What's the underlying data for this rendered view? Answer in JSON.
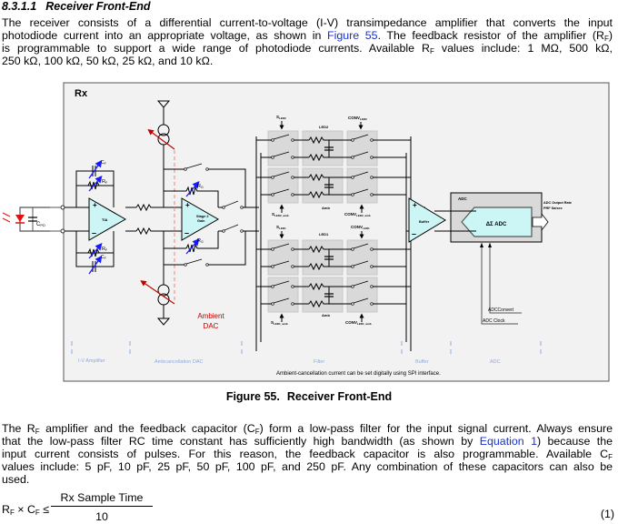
{
  "section": {
    "number": "8.3.1.1",
    "title": "Receiver Front-End"
  },
  "paragraph1": {
    "lines": [
      "The receiver consists of a differential current-to-voltage (I-V) transimpedance amplifier that converts the input",
      "photodiode current into an appropriate voltage, as shown in ",
      "is programmable to support a wide range of photodiode currents. Available R",
      "250 kΩ, 100 kΩ, 50 kΩ, 25 kΩ, and 10 kΩ."
    ],
    "figure_link": "Figure 55",
    "line2_tail": ". The feedback resistor of the amplifier (R",
    "line2_sub": "F",
    "line2_end": ")",
    "line3_sub": "F",
    "line3_tail": " values include: 1 MΩ, 500 kΩ,"
  },
  "figure": {
    "number": "Figure 55.",
    "caption": "Receiver Front-End",
    "block_label": "Rx",
    "labels": {
      "cpd": "C",
      "cpd_sub": "PD",
      "cf": "C",
      "cf_sub": "F",
      "rf": "R",
      "rf_sub": "F",
      "rg": "R",
      "rg_sub": "G",
      "tia": "TIA",
      "stage2_line1": "Stage 2",
      "stage2_line2": "Gain",
      "ambient_dac_line1": "Ambient",
      "ambient_dac_line2": "DAC",
      "s_led2": "S",
      "s_led2_sub": "LED2",
      "led2": "LED2",
      "conv_led2": "CONV",
      "conv_led2_sub": "LED2",
      "s_led2_amb": "S",
      "s_led2_amb_sub": "LED2_amb",
      "amb_top": "Amb",
      "conv_led2_amb": "CONV",
      "conv_led2_amb_sub": "LED2_amb",
      "s_led1": "S",
      "s_led1_sub": "LED1",
      "led1": "LED1",
      "conv_led1": "CONV",
      "conv_led1_sub": "LED1",
      "s_led1_amb": "S",
      "s_led1_amb_sub": "LED1_amb",
      "amb_bottom": "Amb",
      "conv_led1_amb": "CONV",
      "conv_led1_amb_sub": "LED1_amb",
      "buffer": "Buffer",
      "adc_block": "ADC",
      "delta_sigma_adc": "ΔΣ ADC",
      "adc_output_line1": "ADC Output Rate",
      "adc_output_line2": "PRF Sa/sec",
      "adc_convert": "ADCConvert",
      "adc_clock": "ADC Clock",
      "ambient_note": "Ambient-cancellation current can be set digitally using SPI interface."
    },
    "sections": [
      "I-V Amplifier",
      "Ambcancellation DAC",
      "Filter",
      "Buffer",
      "ADC"
    ]
  },
  "paragraph2": {
    "l1_a": "The R",
    "l1_sub1": "F",
    "l1_b": " amplifier and the feedback capacitor (C",
    "l1_sub2": "F",
    "l1_c": ") form a low-pass filter for the input signal current. Always ensure",
    "l2_a": "that the low-pass filter RC time constant has sufficiently high bandwidth (as shown by ",
    "l2_link": "Equation 1",
    "l2_b": ") because the",
    "l3_a": "input current consists of pulses. For this reason, the feedback capacitor is also programmable. Available C",
    "l3_sub": "F",
    "l4": "values include: 5 pF, 10 pF, 25 pF, 50 pF, 100 pF, and 250 pF. Any combination of these capacitors can also be",
    "l5": "used."
  },
  "equation": {
    "lhs_r": "R",
    "lhs_r_sub": "F",
    "times": " × C",
    "lhs_c_sub": "F",
    "leq": " ≤",
    "numerator": "Rx Sample Time",
    "denominator": "10",
    "number": "(1)"
  },
  "colors": {
    "link": "#1a31c9",
    "diagram_bg": "#f2f2f2",
    "amp_fill": "#ccf5f5",
    "switch_box": "#d9d9d9",
    "dac_red": "#c00000",
    "section_label": "#8eaadb",
    "photodiode": "#e01010",
    "variable_arrow": "#1a1aff"
  }
}
